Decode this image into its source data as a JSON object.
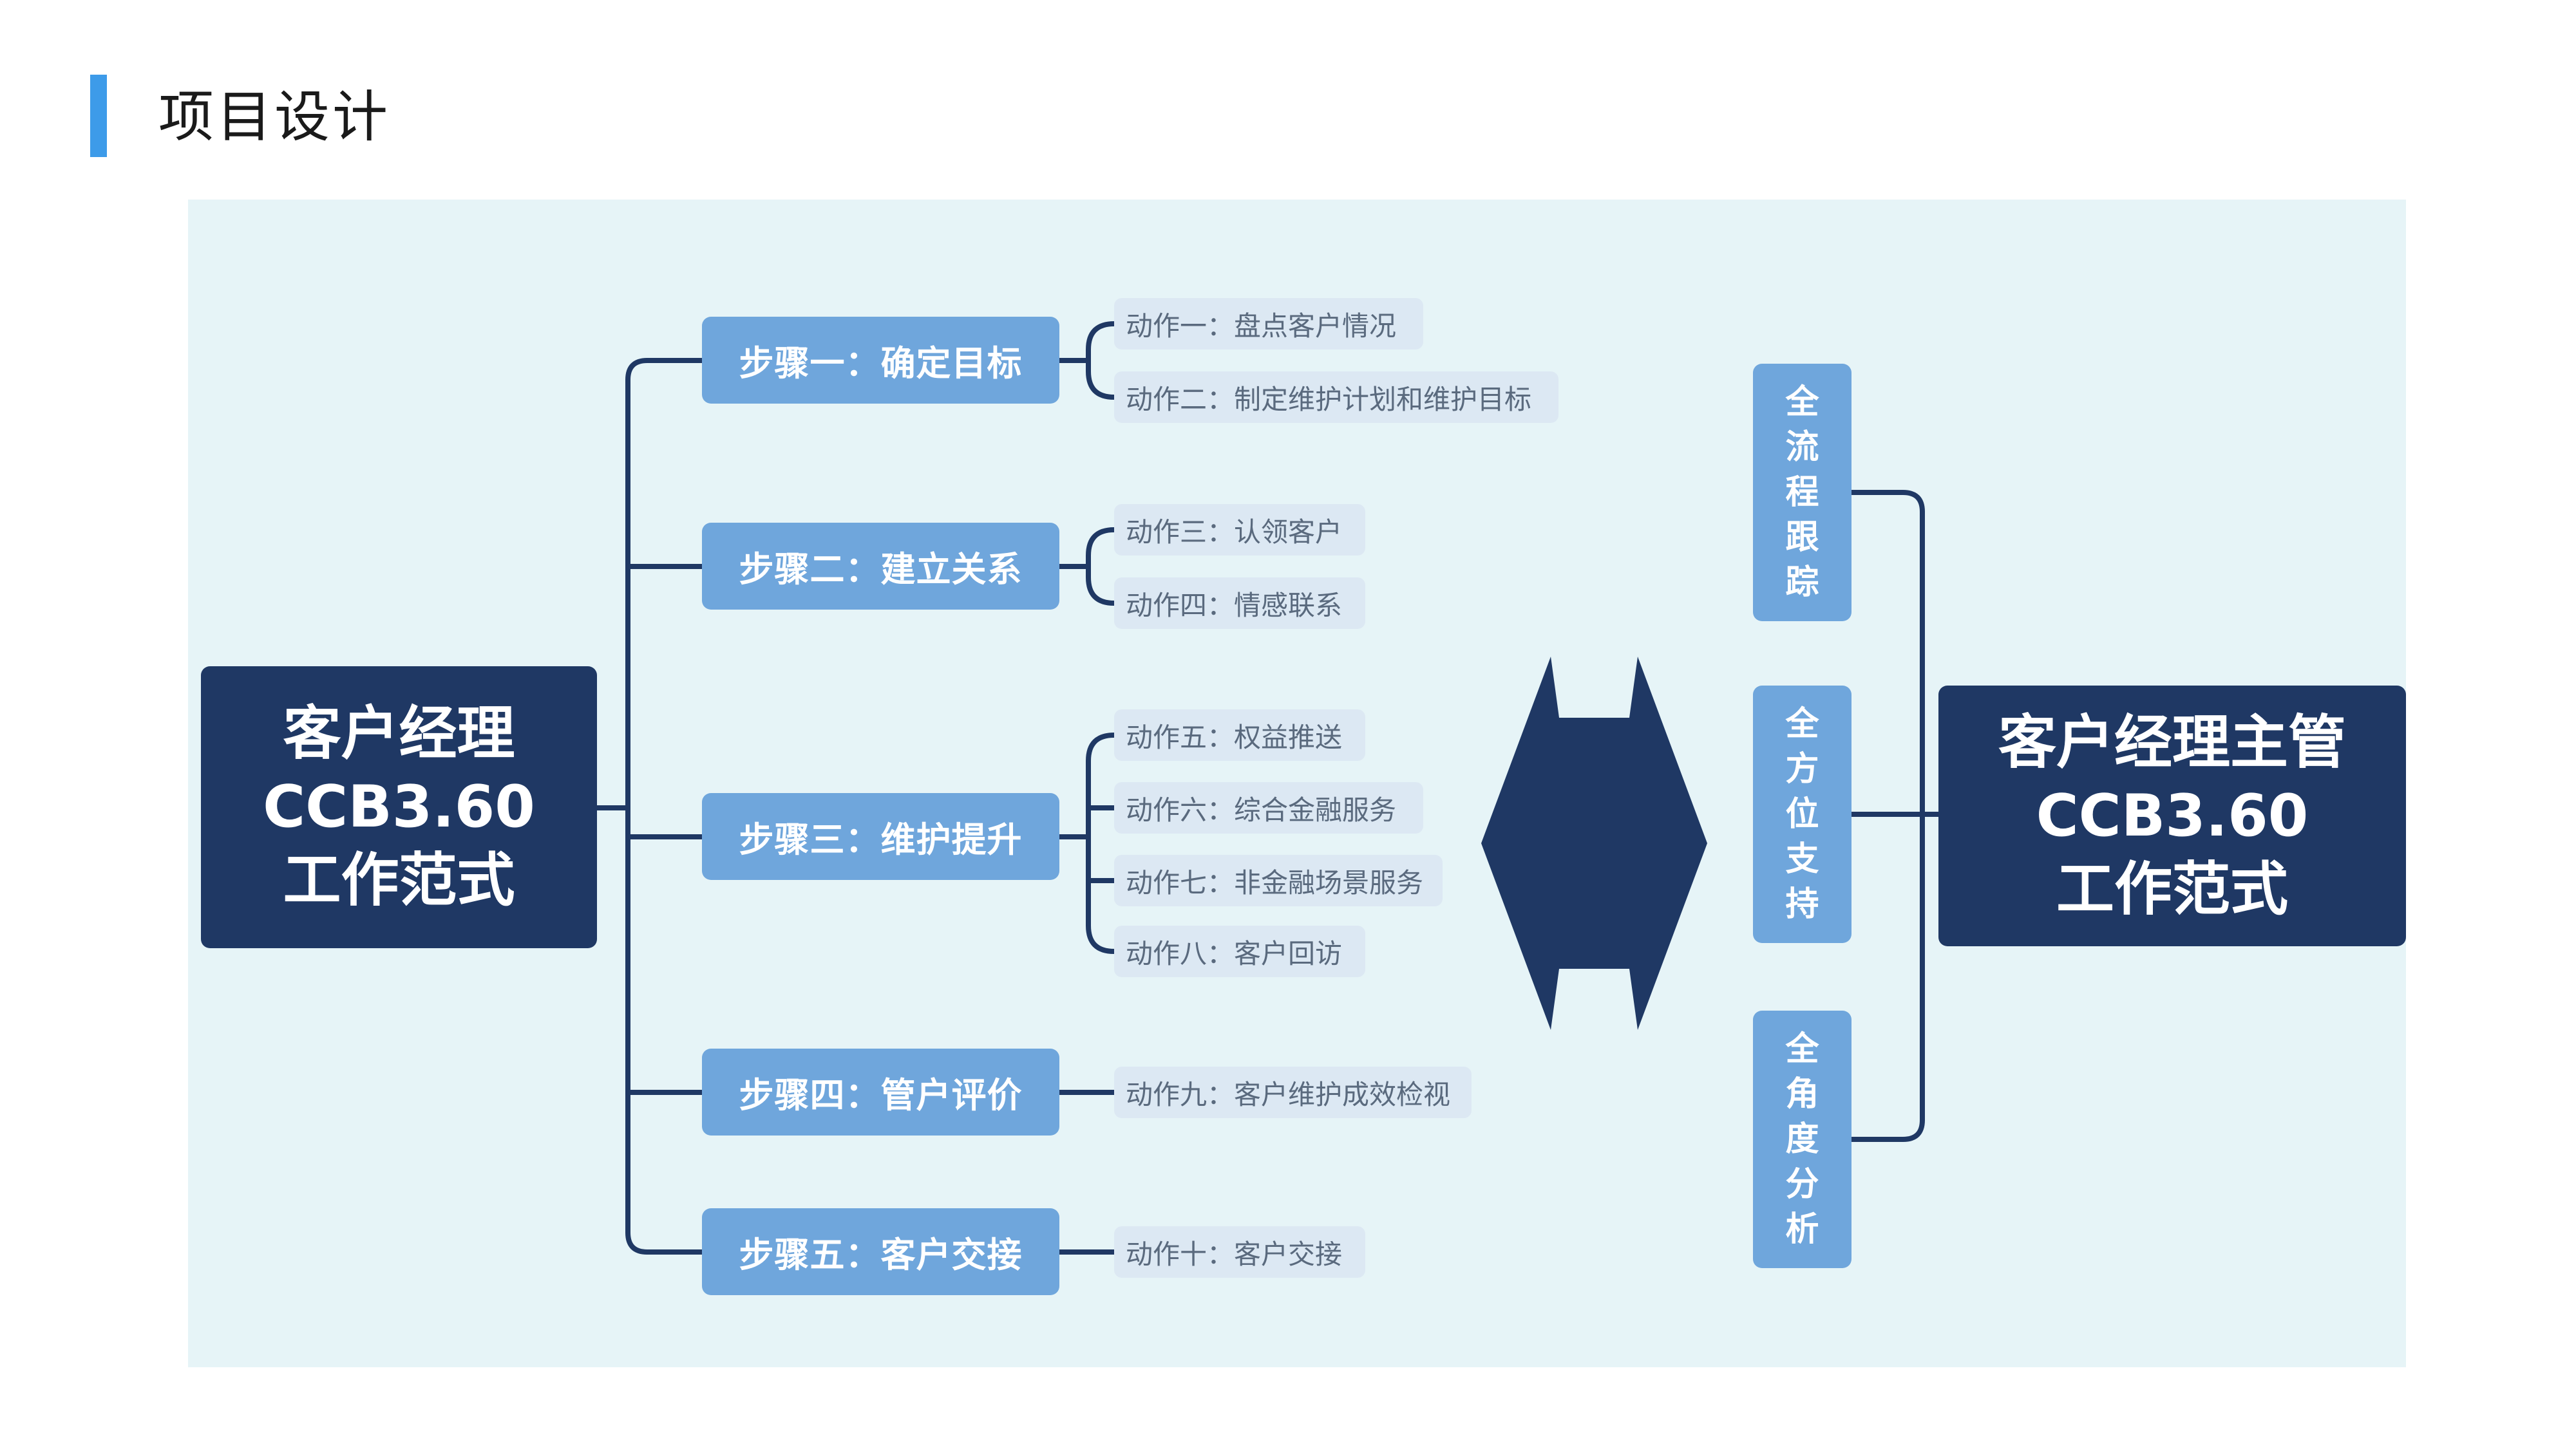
{
  "page": {
    "title": "项目设计"
  },
  "left_root": {
    "lines": [
      "客户经理",
      "CCB3.60",
      "工作范式"
    ]
  },
  "right_root": {
    "lines": [
      "客户经理主管",
      "CCB3.60",
      "工作范式"
    ]
  },
  "steps": [
    {
      "label": "步骤一：确定目标",
      "actions": [
        "动作一：盘点客户情况",
        "动作二：制定维护计划和维护目标"
      ]
    },
    {
      "label": "步骤二：建立关系",
      "actions": [
        "动作三：认领客户",
        "动作四：情感联系"
      ]
    },
    {
      "label": "步骤三：维护提升",
      "actions": [
        "动作五：权益推送",
        "动作六：综合金融服务",
        "动作七：非金融场景服务",
        "动作八：客户回访"
      ]
    },
    {
      "label": "步骤四：管户评价",
      "actions": [
        "动作九：客户维护成效检视"
      ]
    },
    {
      "label": "步骤五：客户交接",
      "actions": [
        "动作十：客户交接"
      ]
    }
  ],
  "supports": [
    {
      "chars": [
        "全",
        "流",
        "程",
        "跟",
        "踪"
      ]
    },
    {
      "chars": [
        "全",
        "方",
        "位",
        "支",
        "持"
      ]
    },
    {
      "chars": [
        "全",
        "角",
        "度",
        "分",
        "析"
      ]
    }
  ],
  "colors": {
    "dark_navy": "#1f3864",
    "step_blue": "#6fa6dc",
    "action_bg": "#dce8f3",
    "panel_bg": "#e6f4f7",
    "accent": "#3d9be9"
  }
}
